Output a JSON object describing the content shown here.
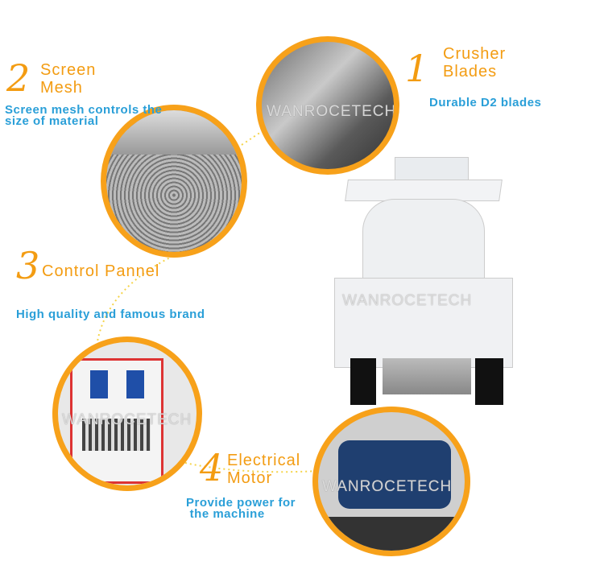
{
  "features": [
    {
      "number": "1",
      "title_line1": "Crusher",
      "title_line2": "Blades",
      "description": "Durable D2 blades"
    },
    {
      "number": "2",
      "title_line1": "Screen",
      "title_line2": "Mesh",
      "description_line1": "Screen mesh controls the",
      "description_line2": "size of material"
    },
    {
      "number": "3",
      "title": "Control Pannel",
      "description": "High quality and famous brand"
    },
    {
      "number": "4",
      "title_line1": "Electrical",
      "title_line2": "Motor",
      "description_line1": "Provide power for",
      "description_line2": " the machine"
    }
  ],
  "watermark": "WANROCETECH",
  "colors": {
    "accent": "#f7a11a",
    "title": "#f39c12",
    "description": "#2a9fd8",
    "connector": "#f5d44a"
  }
}
